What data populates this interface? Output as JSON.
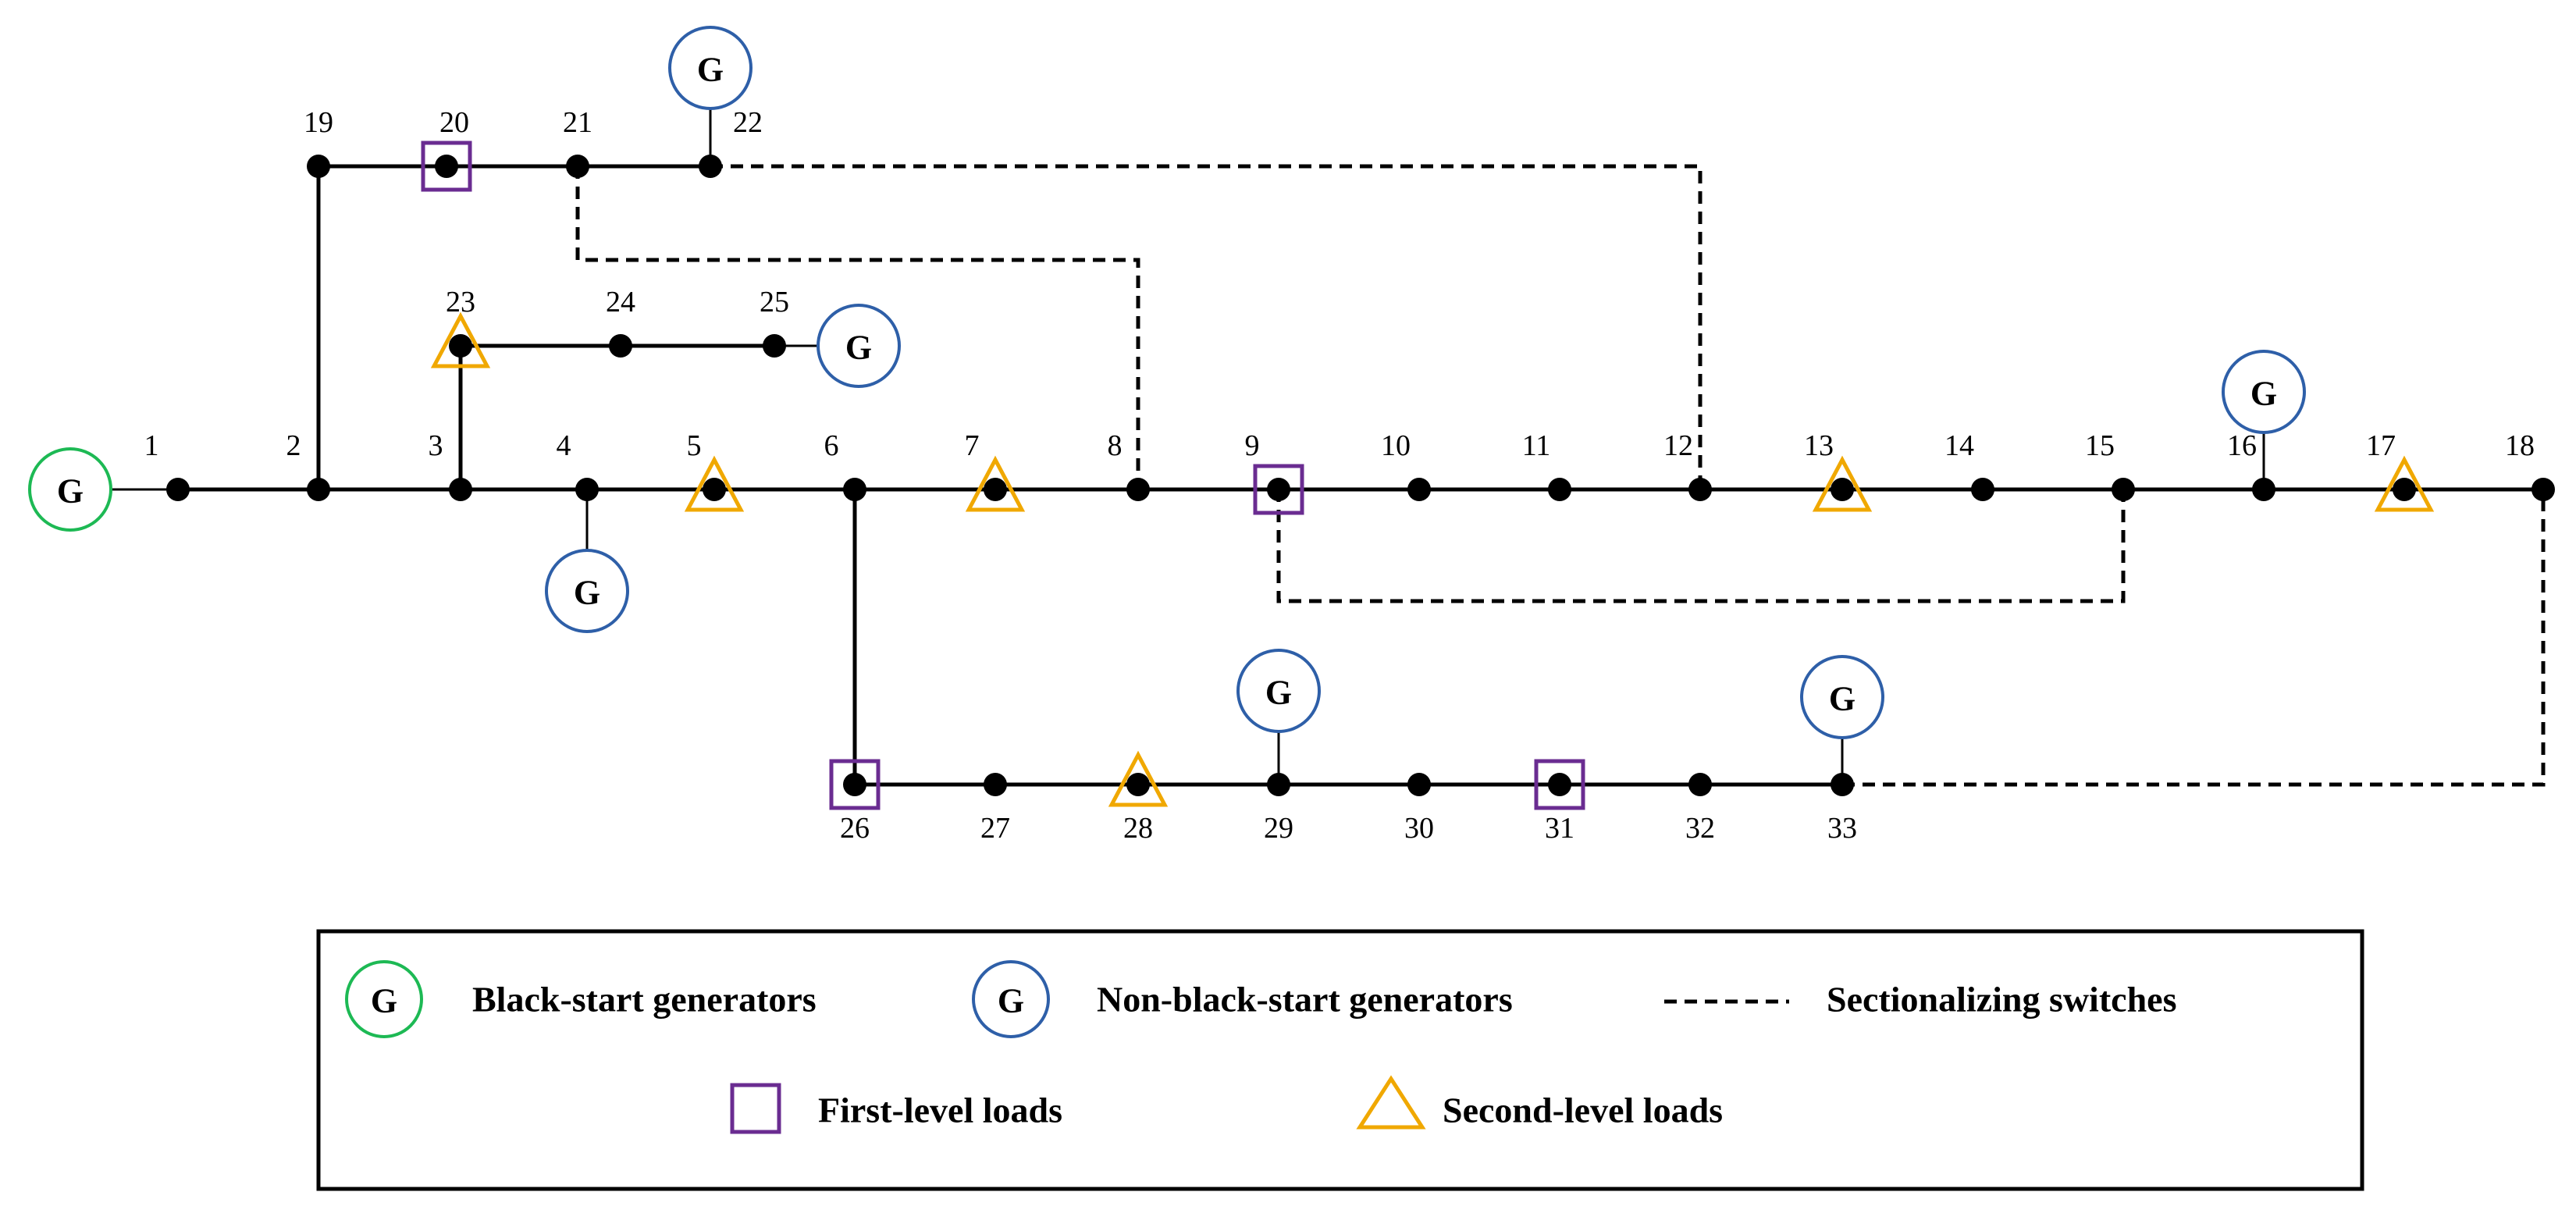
{
  "colors": {
    "black_start": "#1db954",
    "non_black_start": "#2e5fa8",
    "first_level": "#6a2c91",
    "second_level": "#f0a800",
    "line": "#000000"
  },
  "generator_symbol": "G",
  "buses": [
    "1",
    "2",
    "3",
    "4",
    "5",
    "6",
    "7",
    "8",
    "9",
    "10",
    "11",
    "12",
    "13",
    "14",
    "15",
    "16",
    "17",
    "18",
    "19",
    "20",
    "21",
    "22",
    "23",
    "24",
    "25",
    "26",
    "27",
    "28",
    "29",
    "30",
    "31",
    "32",
    "33"
  ],
  "legend": {
    "black_start": "Black-start generators",
    "non_black_start": "Non-black-start generators",
    "switches": "Sectionalizing switches",
    "first_level": "First-level loads",
    "second_level": "Second-level loads"
  }
}
